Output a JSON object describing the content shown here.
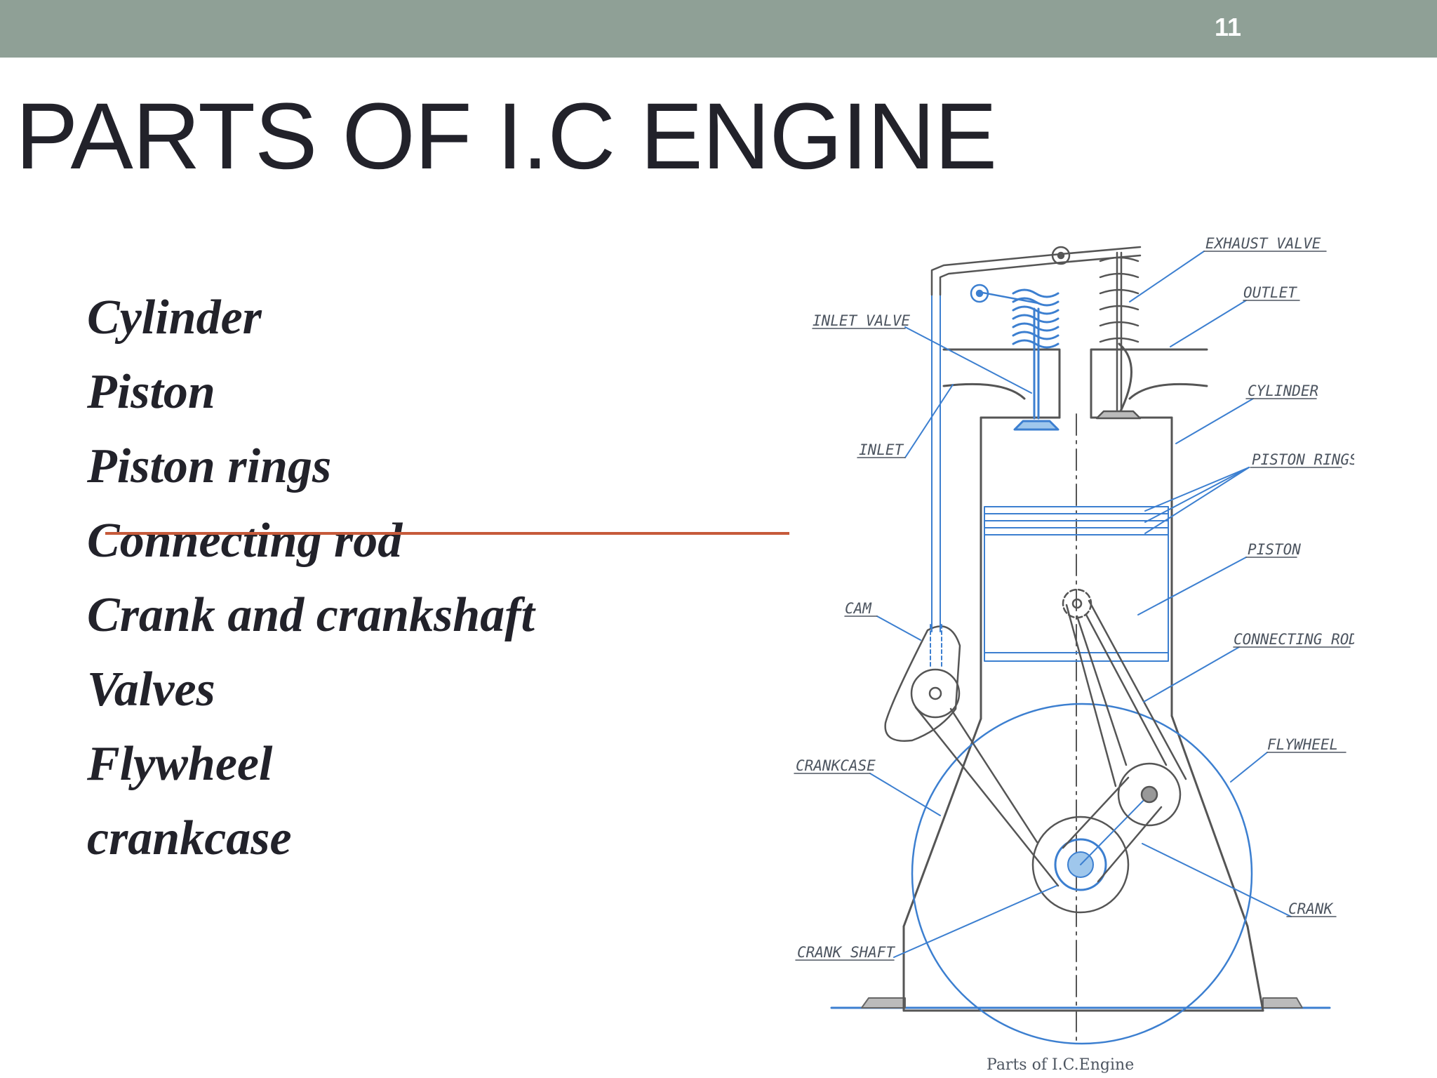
{
  "slide": {
    "number": "11",
    "title": "PARTS OF I.C ENGINE"
  },
  "parts_list": [
    "Cylinder",
    "Piston",
    "Piston rings",
    "Connecting rod",
    "Crank and crankshaft",
    "Valves",
    "Flywheel",
    "crankcase"
  ],
  "diagram": {
    "labels": {
      "exhaust_valve": "EXHAUST VALVE",
      "outlet": "OUTLET",
      "inlet_valve": "INLET VALVE",
      "cylinder": "CYLINDER",
      "inlet": "INLET",
      "piston_rings": "PISTON RINGS",
      "piston": "PISTON",
      "cam": "CAM",
      "connecting_rod": "CONNECTING ROD",
      "flywheel": "FLYWHEEL",
      "crankcase": "CRANKCASE",
      "crank": "CRANK",
      "crank_shaft": "CRANK SHAFT"
    },
    "caption": "Parts of I.C.Engine"
  },
  "colors": {
    "topbar": "#8fa096",
    "title_text": "#22222a",
    "annotation_line": "#c65a3a",
    "diagram_blue": "#3c7fd0",
    "diagram_gray": "#666666"
  }
}
